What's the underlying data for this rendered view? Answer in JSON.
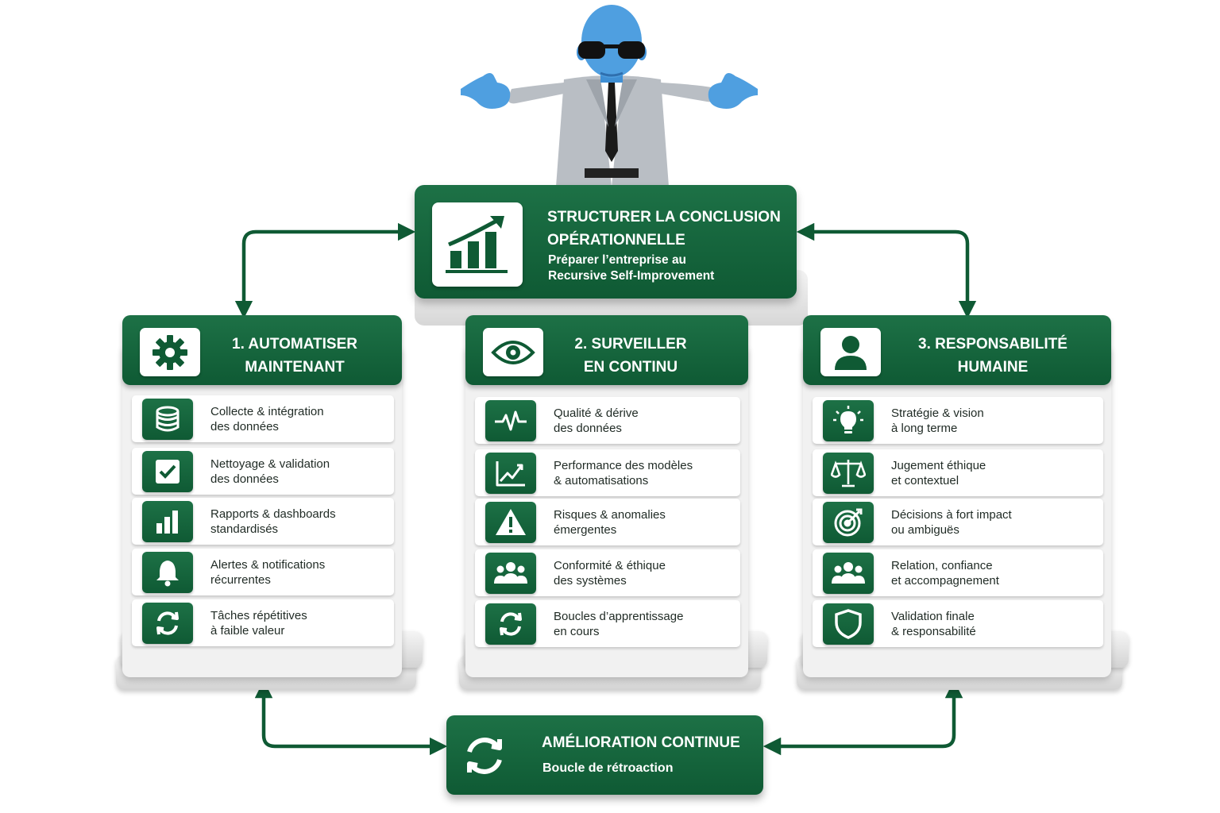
{
  "header": {
    "title_line1": "STRUCTURER LA CONCLUSION",
    "title_line2": "OPÉRATIONNELLE",
    "subtitle_line1": "Préparer l’entreprise au",
    "subtitle_line2": "Recursive Self-Improvement",
    "icon": "growth-chart-icon"
  },
  "columns": [
    {
      "title_line1": "1. AUTOMATISER",
      "title_line2": "MAINTENANT",
      "icon": "gear-icon",
      "items": [
        {
          "line1": "Collecte & intégration",
          "line2": "des données",
          "icon": "database-icon"
        },
        {
          "line1": "Nettoyage & validation",
          "line2": "des données",
          "icon": "checkbox-icon"
        },
        {
          "line1": "Rapports & dashboards",
          "line2": "standardisés",
          "icon": "bar-chart-icon"
        },
        {
          "line1": "Alertes & notifications",
          "line2": "récurrentes",
          "icon": "bell-icon"
        },
        {
          "line1": "Tâches répétitives",
          "line2": "à faible valeur",
          "icon": "refresh-icon"
        }
      ]
    },
    {
      "title_line1": "2. SURVEILLER",
      "title_line2": "EN CONTINU",
      "icon": "eye-icon",
      "items": [
        {
          "line1": "Qualité & dérive",
          "line2": "des données",
          "icon": "pulse-icon"
        },
        {
          "line1": "Performance des modèles",
          "line2": "& automatisations",
          "icon": "line-chart-icon"
        },
        {
          "line1": "Risques & anomalies",
          "line2": "émergentes",
          "icon": "warning-icon"
        },
        {
          "line1": "Conformité & éthique",
          "line2": "des systèmes",
          "icon": "group-icon"
        },
        {
          "line1": "Boucles d’apprentissage",
          "line2": "en cours",
          "icon": "cycle-icon"
        }
      ]
    },
    {
      "title_line1": "3. RESPONSABILITÉ",
      "title_line2": "HUMAINE",
      "icon": "person-icon",
      "items": [
        {
          "line1": "Stratégie & vision",
          "line2": "à long terme",
          "icon": "lightbulb-icon"
        },
        {
          "line1": "Jugement éthique",
          "line2": "et contextuel",
          "icon": "scales-icon"
        },
        {
          "line1": "Décisions à fort impact",
          "line2": "ou ambiguës",
          "icon": "target-icon"
        },
        {
          "line1": "Relation, confiance",
          "line2": "et accompagnement",
          "icon": "people-icon"
        },
        {
          "line1": "Validation finale",
          "line2": "& responsabilité",
          "icon": "shield-icon"
        }
      ]
    }
  ],
  "footer": {
    "title": "AMÉLIORATION CONTINUE",
    "subtitle": "Boucle de rétroaction",
    "icon": "feedback-loop-icon"
  },
  "colors": {
    "primary_green": "#0f5a34",
    "card_background": "#ffffff",
    "panel_background": "#f1f1f1",
    "mascot_skin": "#4f9fe0",
    "suit": "#b9bec4"
  }
}
